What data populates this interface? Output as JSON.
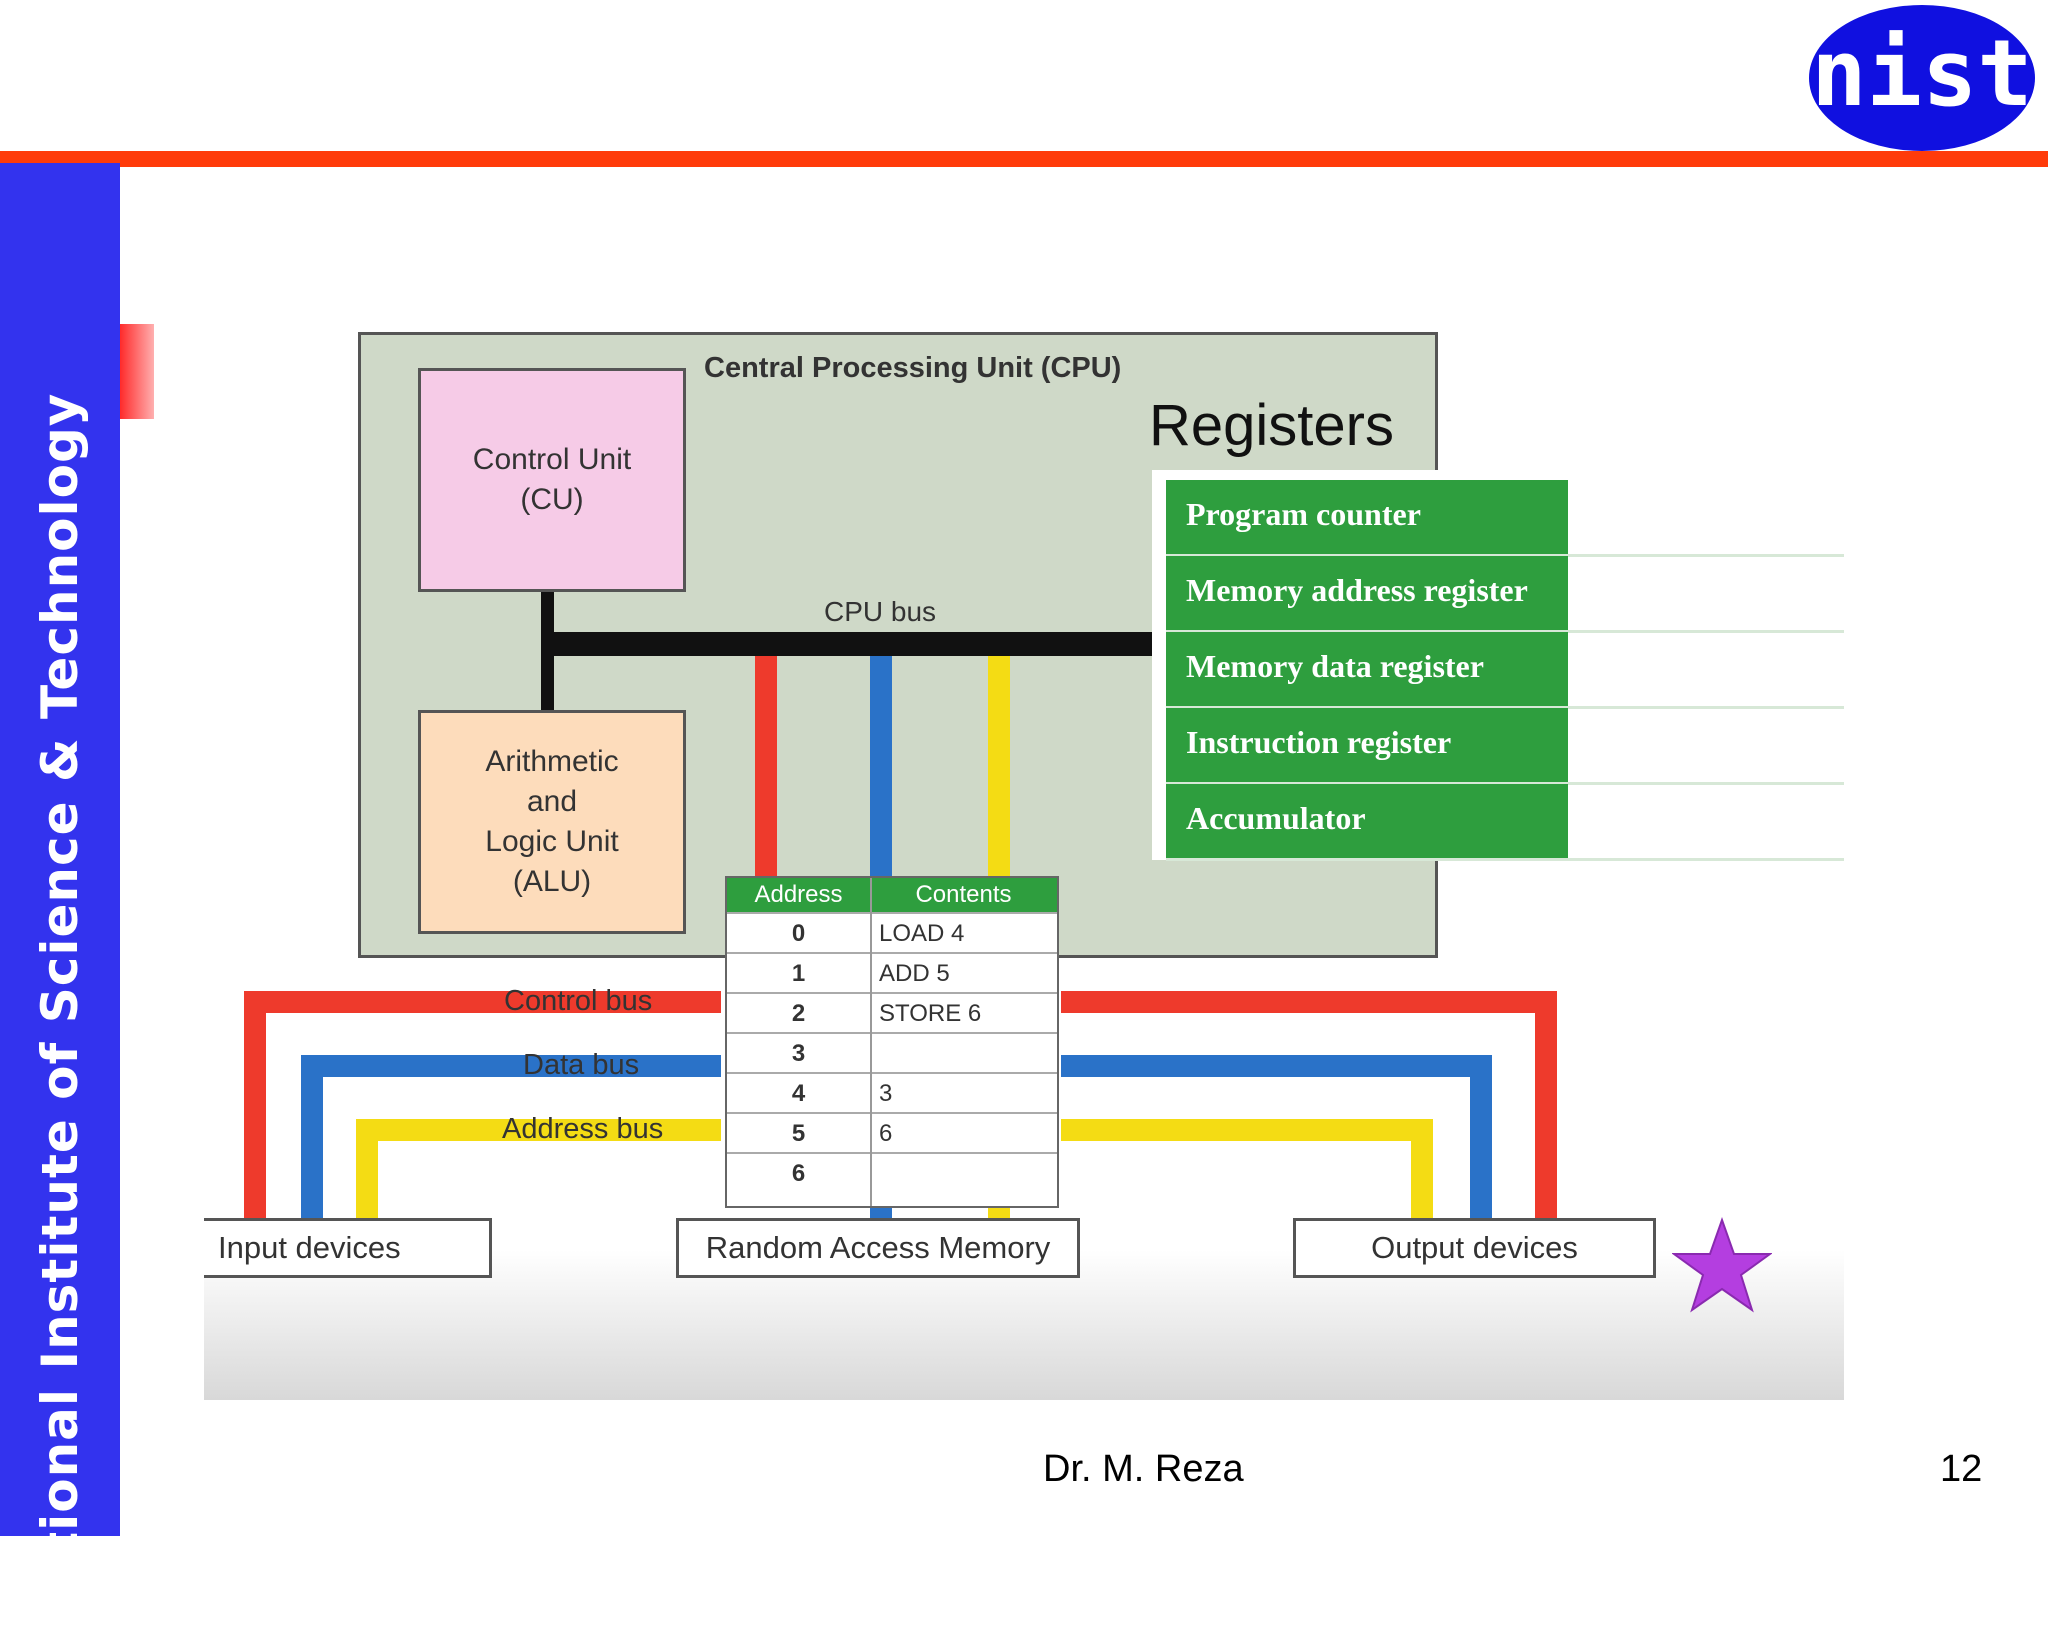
{
  "sidebar": {
    "text": "National Institute of Science & Technology"
  },
  "logo": {
    "text": "nist",
    "color": "#1010e0"
  },
  "colors": {
    "sidebar": "#3333ee",
    "top_rule": "#ff3b0a",
    "register_green": "#2e9e3e",
    "control_bus": "#ee3a2c",
    "data_bus": "#2a72c8",
    "address_bus": "#f4dc14"
  },
  "diagram": {
    "cpu_title": "Central Processing Unit (CPU)",
    "control_unit": "Control Unit\n(CU)",
    "alu": "Arithmetic\nand\nLogic Unit\n(ALU)",
    "cpu_bus": "CPU bus",
    "registers_title": "Registers",
    "registers": [
      "Program counter",
      "Memory address register",
      "Memory data register",
      "Instruction register",
      "Accumulator"
    ],
    "memory_table": {
      "headers": [
        "Address",
        "Contents"
      ],
      "rows": [
        {
          "address": "0",
          "contents": "LOAD 4"
        },
        {
          "address": "1",
          "contents": "ADD 5"
        },
        {
          "address": "2",
          "contents": "STORE 6"
        },
        {
          "address": "3",
          "contents": ""
        },
        {
          "address": "4",
          "contents": "3"
        },
        {
          "address": "5",
          "contents": "6"
        },
        {
          "address": "6",
          "contents": ""
        }
      ]
    },
    "buses": {
      "control": "Control bus",
      "data": "Data bus",
      "address": "Address bus"
    },
    "devices": {
      "input": "Input devices",
      "ram": "Random Access Memory",
      "output": "Output devices"
    },
    "star_icon": "star-icon"
  },
  "footer": {
    "author": "Dr. M. Reza",
    "page": "12"
  }
}
